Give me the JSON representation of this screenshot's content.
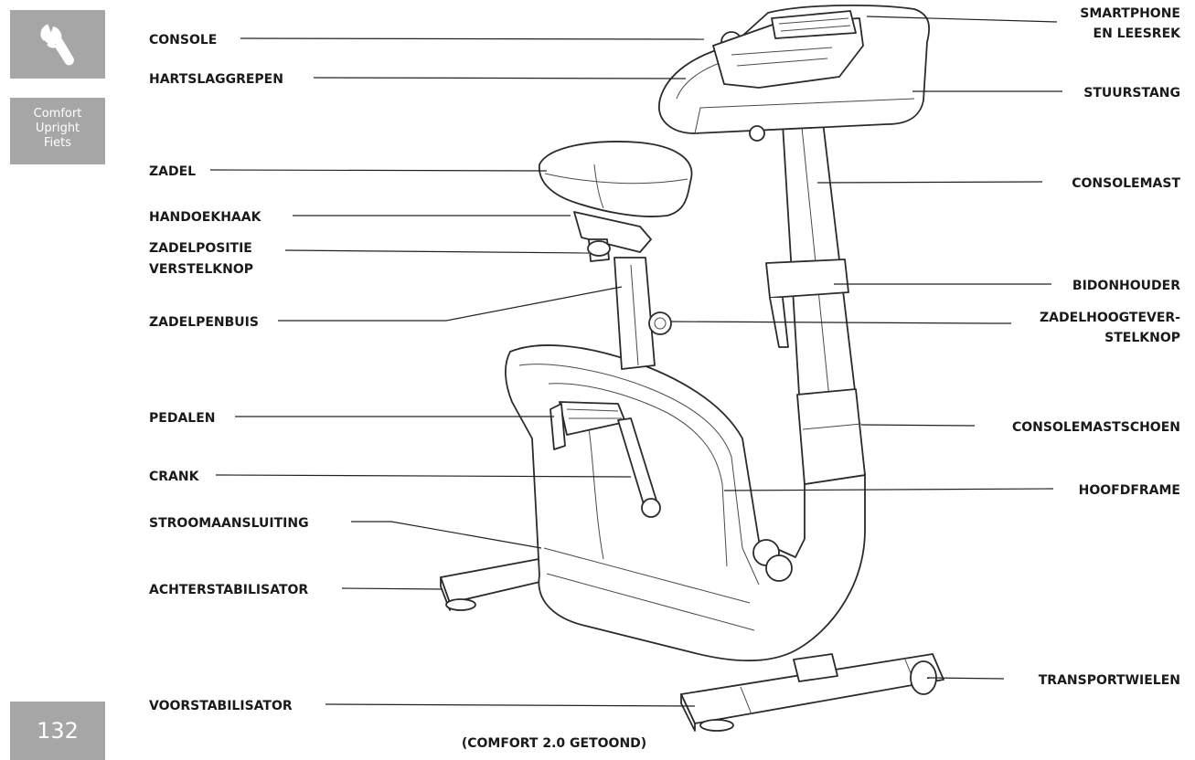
{
  "sidebar": {
    "tool_icon": "wrench-icon",
    "model_lines": [
      "Comfort",
      "Upright",
      "Fiets"
    ],
    "page_number": "132"
  },
  "labels": {
    "console": "CONSOLE",
    "heartrate_grips": "HARTSLAGGREPEN",
    "seat": "ZADEL",
    "towel_hook": "HANDOEKHAAK",
    "seat_position_1": "ZADELPOSITIE",
    "seat_position_2": "VERSTELKNOP",
    "seat_post": "ZADELPENBUIS",
    "pedals": "PEDALEN",
    "crank": "CRANK",
    "power_inlet": "STROOMAANSLUITING",
    "rear_stabilizer": "ACHTERSTABILISATOR",
    "front_stabilizer": "VOORSTABILISATOR",
    "smartphone_1": "SMARTPHONE",
    "smartphone_2": "EN LEESREK",
    "handlebar": "STUURSTANG",
    "console_mast": "CONSOLEMAST",
    "bottle_holder": "BIDONHOUDER",
    "seat_height_1": "ZADELHOOGTEVER-",
    "seat_height_2": "STELKNOP",
    "mast_shroud": "CONSOLEMASTSCHOEN",
    "main_frame": "HOOFDFRAME",
    "transport_wheels": "TRANSPORTWIELEN"
  },
  "caption": "(COMFORT 2.0 GETOOND)"
}
